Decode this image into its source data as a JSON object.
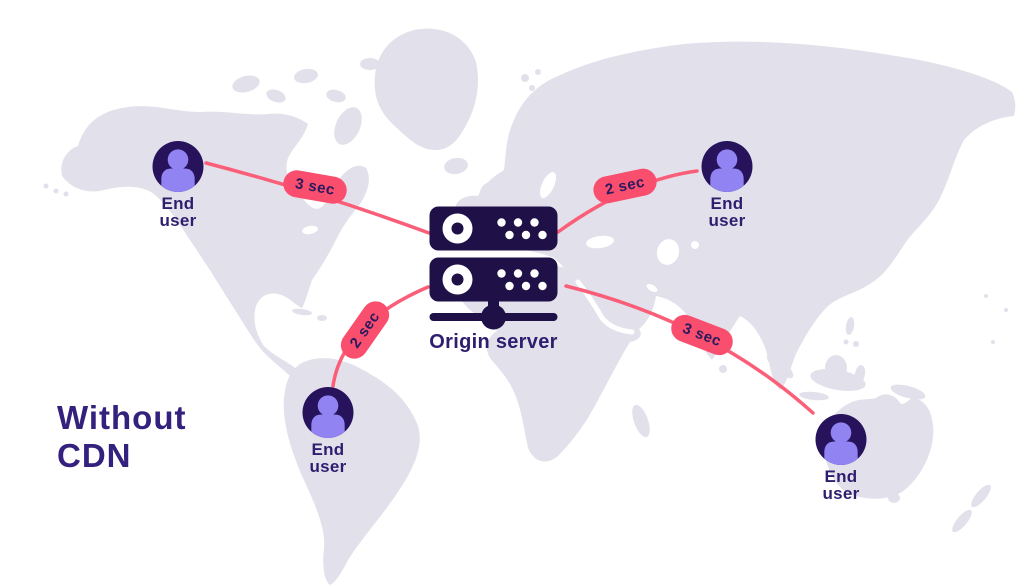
{
  "title": {
    "lines": [
      "Without",
      "CDN"
    ]
  },
  "server": {
    "label": "Origin server",
    "icon": "origin-server-icon"
  },
  "users": [
    {
      "position": "top-left",
      "label_lines": [
        "End",
        "user"
      ],
      "latency": "3 sec"
    },
    {
      "position": "top-right",
      "label_lines": [
        "End",
        "user"
      ],
      "latency": "2 sec"
    },
    {
      "position": "bottom-left",
      "label_lines": [
        "End",
        "user"
      ],
      "latency": "2 sec"
    },
    {
      "position": "bottom-right",
      "label_lines": [
        "End",
        "user"
      ],
      "latency": "3 sec"
    }
  ],
  "icons": {
    "server": "origin-server-icon",
    "user": "user-avatar-icon",
    "map": "world-map-background"
  },
  "colors": {
    "background": "#ffffff",
    "map_fill": "#e2e1eb",
    "line_pink": "#fb5e78",
    "badge_pink": "#f94e6d",
    "badge_text": "#2a1a5e",
    "icon_navy": "#1f1048",
    "avatar_navy": "#27135c",
    "avatar_periwinkle": "#9184f2",
    "text_navy": "#2f1d6e",
    "title_navy": "#34217d"
  }
}
